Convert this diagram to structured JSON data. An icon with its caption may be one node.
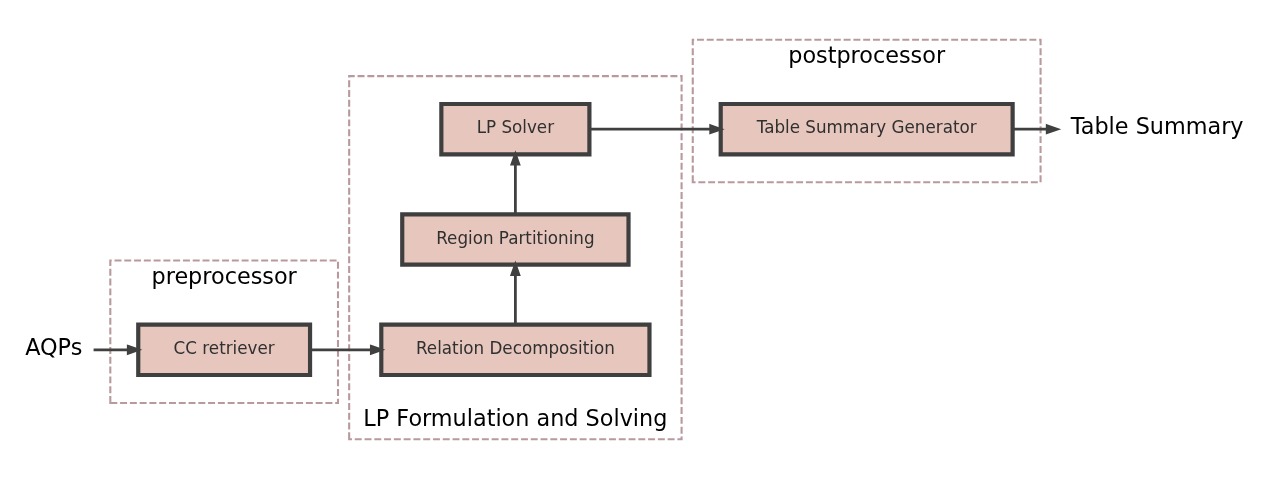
{
  "diagram": {
    "nodes": [
      {
        "text": [
          "preprocessor"
        ]
      },
      {
        "text": [
          "CC retriever"
        ],
        "in": 0
      },
      {
        "text": [
          "AQPs"
        ]
      },
      {
        "text": [
          "LP Formulation and Solving"
        ]
      },
      {
        "text": [
          "Relation Decomposition"
        ],
        "in": 3
      },
      {
        "text": [
          "Region Partitioning"
        ],
        "in": 3
      },
      {
        "text": [
          "LP Solver"
        ],
        "in": 3
      },
      {
        "text": [
          "postprocessor"
        ]
      },
      {
        "text": [
          "Table Summary Generator"
        ],
        "in": 7
      },
      {
        "text": [
          "Table Summary"
        ]
      }
    ],
    "edges": [
      {
        "from": 2,
        "to": 1,
        "arrow": "to"
      },
      {
        "from": 1,
        "to": 4,
        "arrow": "to"
      },
      {
        "from": 4,
        "to": 5,
        "arrow": "to"
      },
      {
        "from": 5,
        "to": 6,
        "arrow": "to"
      },
      {
        "from": 6,
        "to": 8,
        "arrow": "to"
      },
      {
        "from": 8,
        "to": 9,
        "arrow": "to"
      }
    ]
  }
}
